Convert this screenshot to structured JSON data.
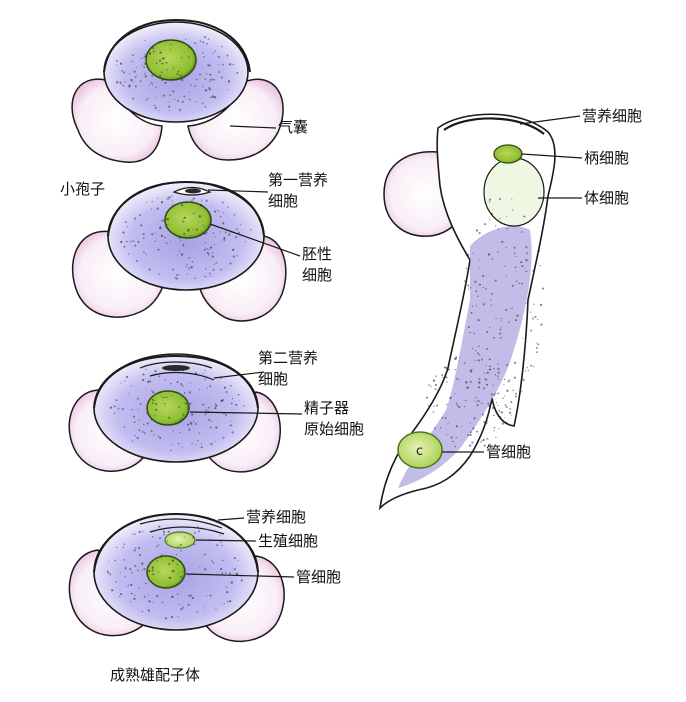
{
  "figure": {
    "colors": {
      "wing_fill": "#f7e9f3",
      "wing_edge": "#c24aa0",
      "cytoplasm": "#8f86d6",
      "nucleus": "#9cc43a",
      "nucleus_dark": "#4d7a1a",
      "outline": "#1a1a1a"
    },
    "stages": [
      {
        "caption": "小孢子",
        "labels": {
          "sac": "气囊"
        }
      },
      {
        "caption": "",
        "labels": {
          "first_vegetative": "第一营养\n细胞",
          "embryonal": "胚性\n细胞"
        }
      },
      {
        "caption": "",
        "labels": {
          "second_vegetative": "第二营养\n细胞",
          "antheridial": "精子器\n原始细胞"
        }
      },
      {
        "caption": "成熟雄配子体",
        "labels": {
          "vegetative": "营养细胞",
          "generative": "生殖细胞",
          "tube": "管细胞"
        }
      },
      {
        "caption": "",
        "labels": {
          "vegetative": "营养细胞",
          "stalk": "柄细胞",
          "body": "体细胞",
          "tube": "管细胞"
        },
        "nucleus_letter": "c"
      }
    ]
  }
}
